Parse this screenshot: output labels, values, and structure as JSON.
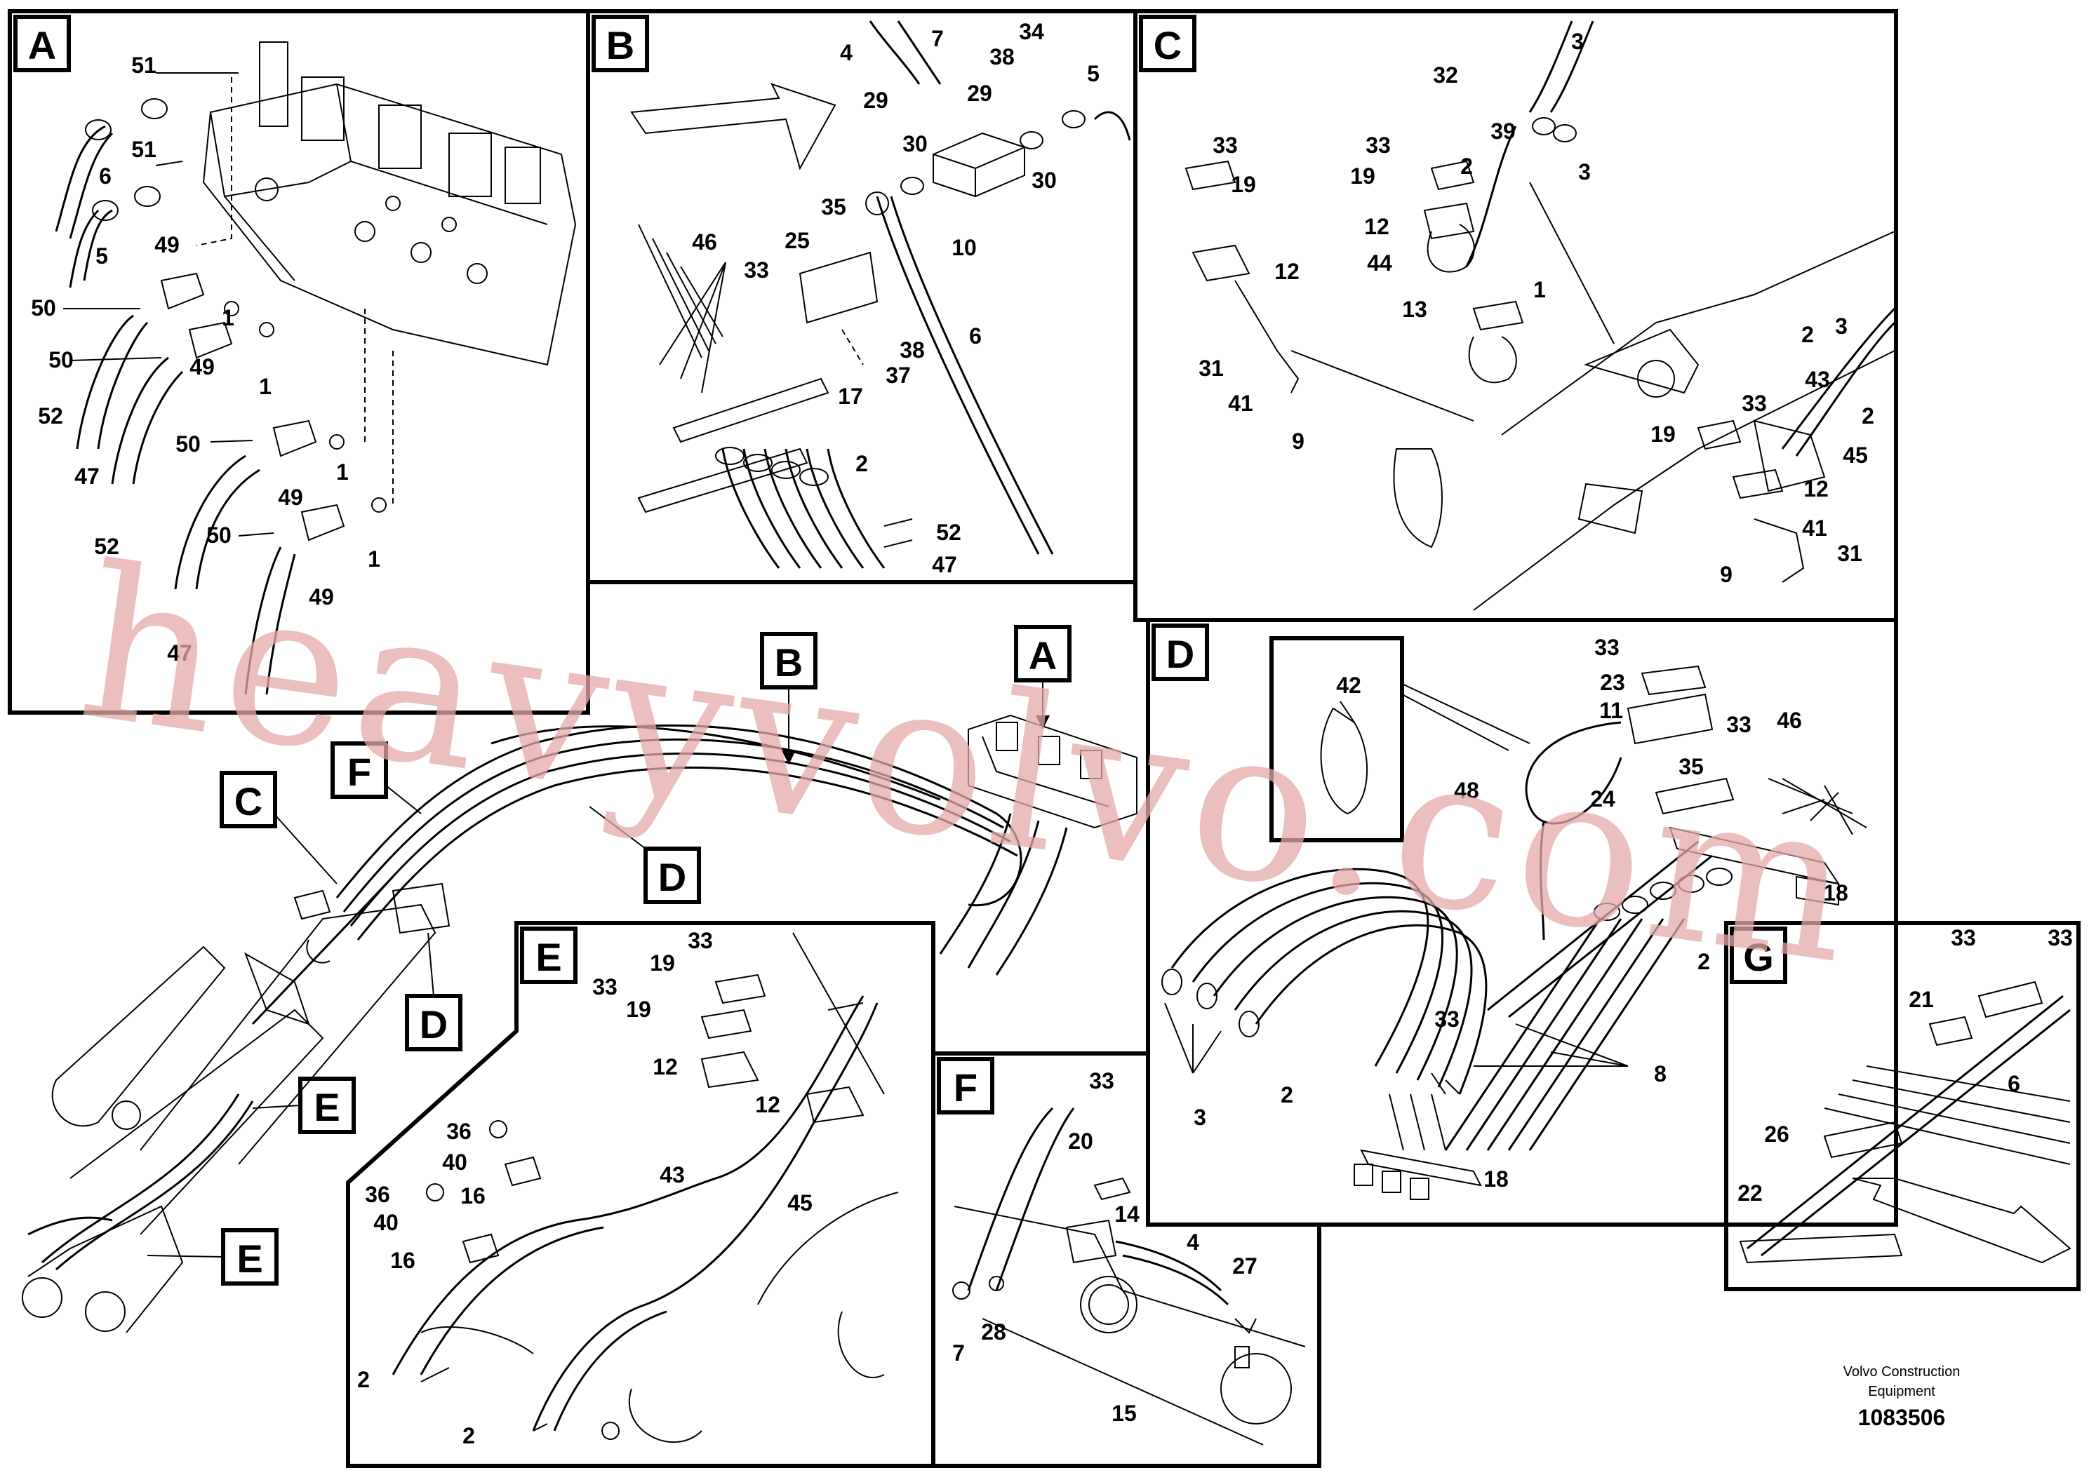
{
  "panels": {
    "A": {
      "letter": "A",
      "labels": [
        "51",
        "6",
        "51",
        "5",
        "49",
        "50",
        "1",
        "50",
        "49",
        "1",
        "52",
        "1",
        "47",
        "50",
        "49",
        "52",
        "50",
        "1",
        "49",
        "47"
      ]
    },
    "B": {
      "letter": "B",
      "labels": [
        "4",
        "7",
        "34",
        "38",
        "29",
        "29",
        "5",
        "30",
        "30",
        "10",
        "35",
        "25",
        "33",
        "46",
        "38",
        "37",
        "6",
        "17",
        "2",
        "52",
        "47"
      ]
    },
    "C": {
      "letter": "C",
      "labels": [
        "32",
        "3",
        "3",
        "39",
        "33",
        "33",
        "2",
        "19",
        "19",
        "12",
        "12",
        "44",
        "1",
        "13",
        "31",
        "41",
        "9",
        "2",
        "3",
        "19",
        "33",
        "43",
        "2",
        "45",
        "12",
        "41",
        "31",
        "9"
      ]
    },
    "D": {
      "letter": "D",
      "labels": [
        "33",
        "23",
        "42",
        "11",
        "33",
        "46",
        "35",
        "48",
        "24",
        "18",
        "2",
        "33",
        "8",
        "3",
        "2",
        "18"
      ]
    },
    "E": {
      "letter": "E",
      "labels": [
        "33",
        "19",
        "33",
        "19",
        "12",
        "12",
        "36",
        "40",
        "43",
        "16",
        "45",
        "36",
        "40",
        "16",
        "2",
        "2"
      ]
    },
    "F": {
      "letter": "F",
      "labels": [
        "33",
        "20",
        "14",
        "4",
        "27",
        "7",
        "28",
        "15"
      ]
    },
    "G": {
      "letter": "G",
      "labels": [
        "21",
        "33",
        "33",
        "6",
        "26",
        "22"
      ]
    }
  },
  "overview_callouts": [
    "B",
    "A",
    "C",
    "F",
    "D",
    "D",
    "E",
    "E"
  ],
  "watermark": "heavyvolvo.com",
  "footer": {
    "company_line1": "Volvo Construction",
    "company_line2": "Equipment",
    "drawing_number": "1083506"
  }
}
